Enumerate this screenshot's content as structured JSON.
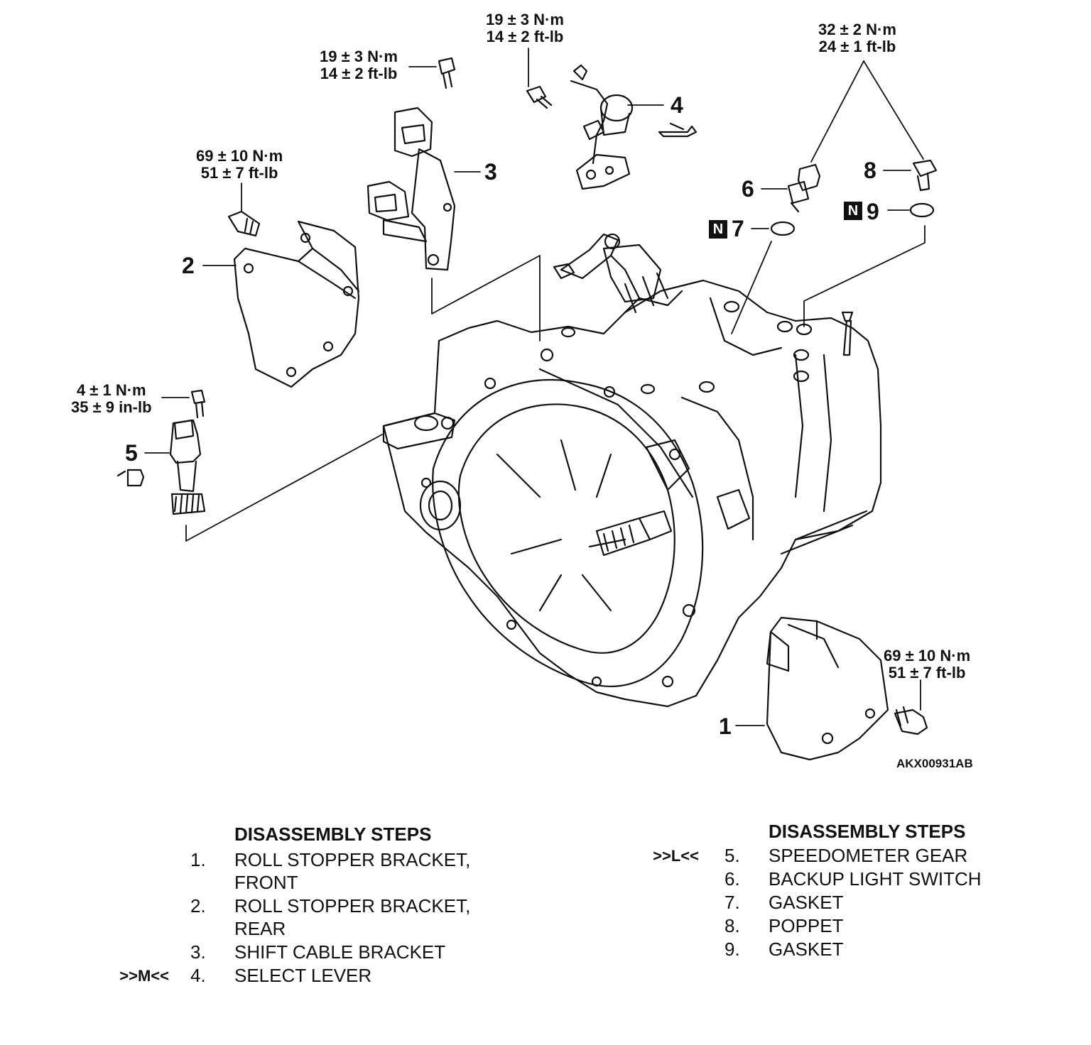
{
  "figure_id": "AKX00931AB",
  "torque_specs": {
    "t_brk2": [
      "69 ± 10 N·m",
      "51 ± 7 ft-lb"
    ],
    "t_bolt3": [
      "19 ± 3 N·m",
      "14 ± 2 ft-lb"
    ],
    "t_bolt4": [
      "19 ± 3 N·m",
      "14 ± 2 ft-lb"
    ],
    "t_switch6": [
      "32 ± 2 N·m",
      "24 ± 1 ft-lb"
    ],
    "t_speedo5": [
      "4 ± 1 N·m",
      "35 ± 9 in-lb"
    ],
    "t_brk1": [
      "69 ± 10 N·m",
      "51 ± 7 ft-lb"
    ]
  },
  "callouts": [
    "1",
    "2",
    "3",
    "4",
    "5",
    "6",
    "7",
    "8",
    "9"
  ],
  "n_mark": "N",
  "steps_left": {
    "title": "DISASSEMBLY STEPS",
    "items": [
      {
        "mark": "",
        "num": "1.",
        "lines": [
          "ROLL STOPPER BRACKET,",
          "FRONT"
        ]
      },
      {
        "mark": "",
        "num": "2.",
        "lines": [
          "ROLL STOPPER BRACKET,",
          "REAR"
        ]
      },
      {
        "mark": "",
        "num": "3.",
        "lines": [
          "SHIFT CABLE BRACKET"
        ]
      },
      {
        "mark": ">>M<<",
        "num": "4.",
        "lines": [
          "SELECT LEVER"
        ]
      }
    ]
  },
  "steps_right": {
    "title": "DISASSEMBLY STEPS",
    "items": [
      {
        "mark": ">>L<<",
        "num": "5.",
        "lines": [
          "SPEEDOMETER GEAR"
        ]
      },
      {
        "mark": "",
        "num": "6.",
        "lines": [
          "BACKUP LIGHT SWITCH"
        ]
      },
      {
        "mark": "",
        "num": "7.",
        "lines": [
          "GASKET"
        ]
      },
      {
        "mark": "",
        "num": "8.",
        "lines": [
          "POPPET"
        ]
      },
      {
        "mark": "",
        "num": "9.",
        "lines": [
          "GASKET"
        ]
      }
    ]
  }
}
